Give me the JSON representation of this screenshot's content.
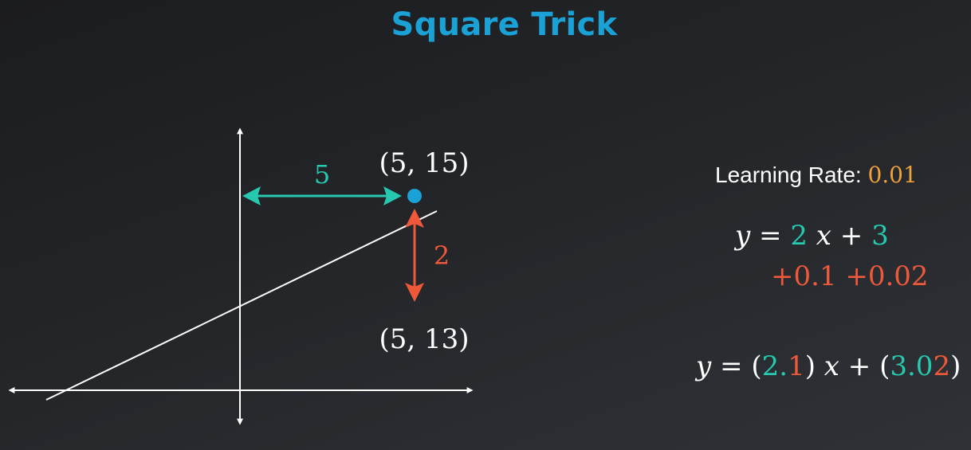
{
  "title": "Square Trick",
  "diagram": {
    "horizontal_distance_label": "5",
    "vertical_distance_label": "2",
    "point_label": "(5, 15)",
    "line_point_label": "(5, 13)"
  },
  "learning_rate": {
    "label": "Learning Rate:",
    "value": "0.01"
  },
  "equation1": {
    "y": "y",
    "eq": "=",
    "slope": "2",
    "x": "x",
    "plus": "+",
    "intercept": "3"
  },
  "increments": {
    "slope_inc": "+0.1",
    "intercept_inc": "+0.02"
  },
  "equation2": {
    "y": "y",
    "eq": "=",
    "open1": "(",
    "slope_int": "2.",
    "slope_frac": "1",
    "close1": ")",
    "x": "x",
    "plus": "+",
    "open2": "(",
    "int_int": "3.0",
    "int_frac": "2",
    "close2": ")"
  },
  "colors": {
    "title": "#1aa1d6",
    "teal": "#27c8b0",
    "red": "#f0583a",
    "orange": "#f0a23a",
    "point": "#1aa1d6",
    "background": "#202225"
  }
}
